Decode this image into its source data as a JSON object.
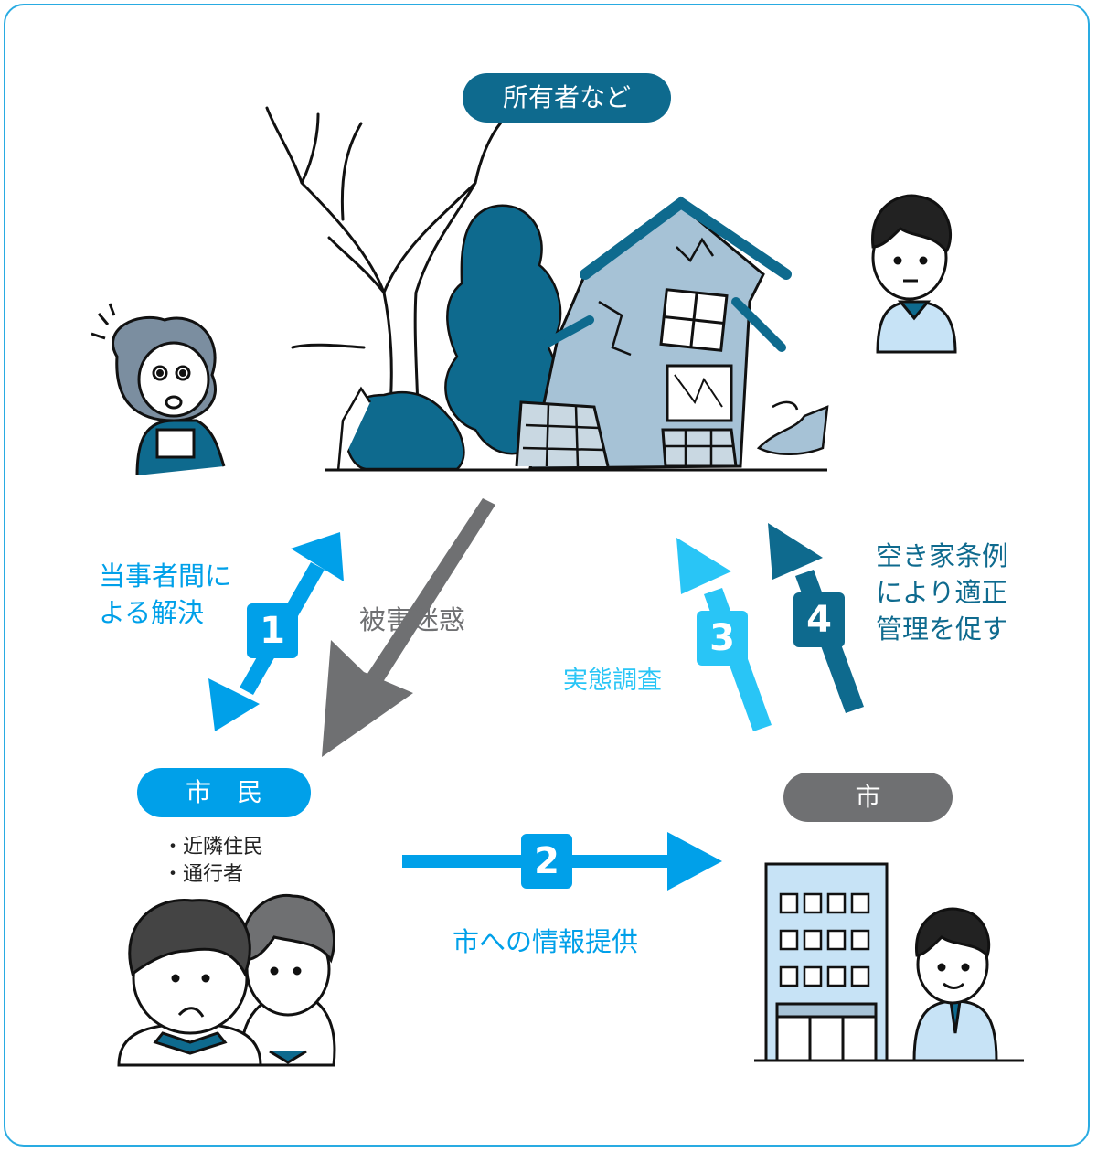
{
  "colors": {
    "light_blue": "#00a0e9",
    "sky_blue": "#29c5f6",
    "teal": "#0e6a8e",
    "dark_teal": "#0a5a7c",
    "gray": "#6f7072",
    "building_blue": "#c7e3f6",
    "house_blue": "#a6c2d6",
    "border": "#29abe2"
  },
  "nodes": {
    "owners": "所有者など",
    "citizens": "市　民",
    "city": "市"
  },
  "citizen_types": [
    "・近隣住民",
    "・通行者"
  ],
  "flows": [
    {
      "number": "1",
      "label": "当事者間に\nよる解決",
      "color": "#00a0e9"
    },
    {
      "number": "2",
      "label": "市への情報提供",
      "color": "#00a0e9"
    },
    {
      "number": "3",
      "label": "実態調査",
      "color": "#29c5f6"
    },
    {
      "number": "4",
      "label": "空き家条例\nにより適正\n管理を促す",
      "color": "#0e6a8e"
    }
  ],
  "damage_label": "被害迷惑",
  "icons": {
    "house": "dilapidated-house-icon",
    "tree": "dead-tree-icon",
    "building": "city-hall-building-icon",
    "people": "person-icon"
  }
}
